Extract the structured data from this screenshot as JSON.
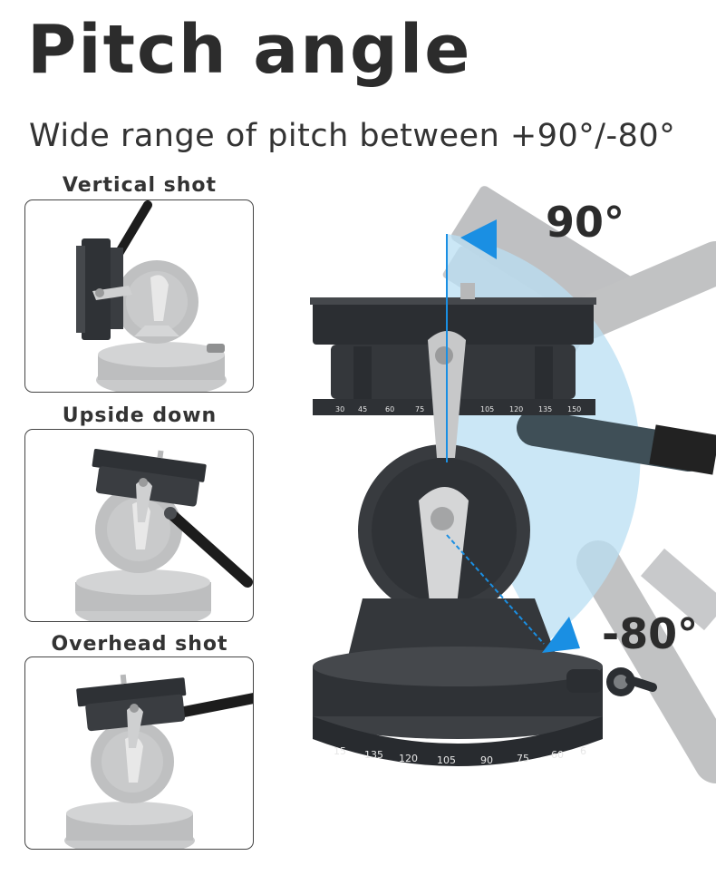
{
  "header": {
    "title": "Pitch angle",
    "subtitle": "Wide range of pitch between +90°/-80°"
  },
  "cards": [
    {
      "label": "Vertical shot"
    },
    {
      "label": "Upside down"
    },
    {
      "label": "Overhead shot"
    }
  ],
  "figure": {
    "angle_top": "90°",
    "angle_bottom": "-80°",
    "upper_scale_ticks": [
      "30",
      "45",
      "60",
      "75",
      "105",
      "120",
      "135",
      "150"
    ],
    "base_scale_ticks": [
      "15",
      "135",
      "120",
      "105",
      "90",
      "75",
      "60",
      "6"
    ],
    "accent_color": "#1a8fe3",
    "sweep_color": "#b9dff3",
    "metal_color": "#3a3d41",
    "ghost_color": "#a9abad",
    "icons": [
      "up-arrow-icon",
      "down-arrow-icon"
    ]
  }
}
